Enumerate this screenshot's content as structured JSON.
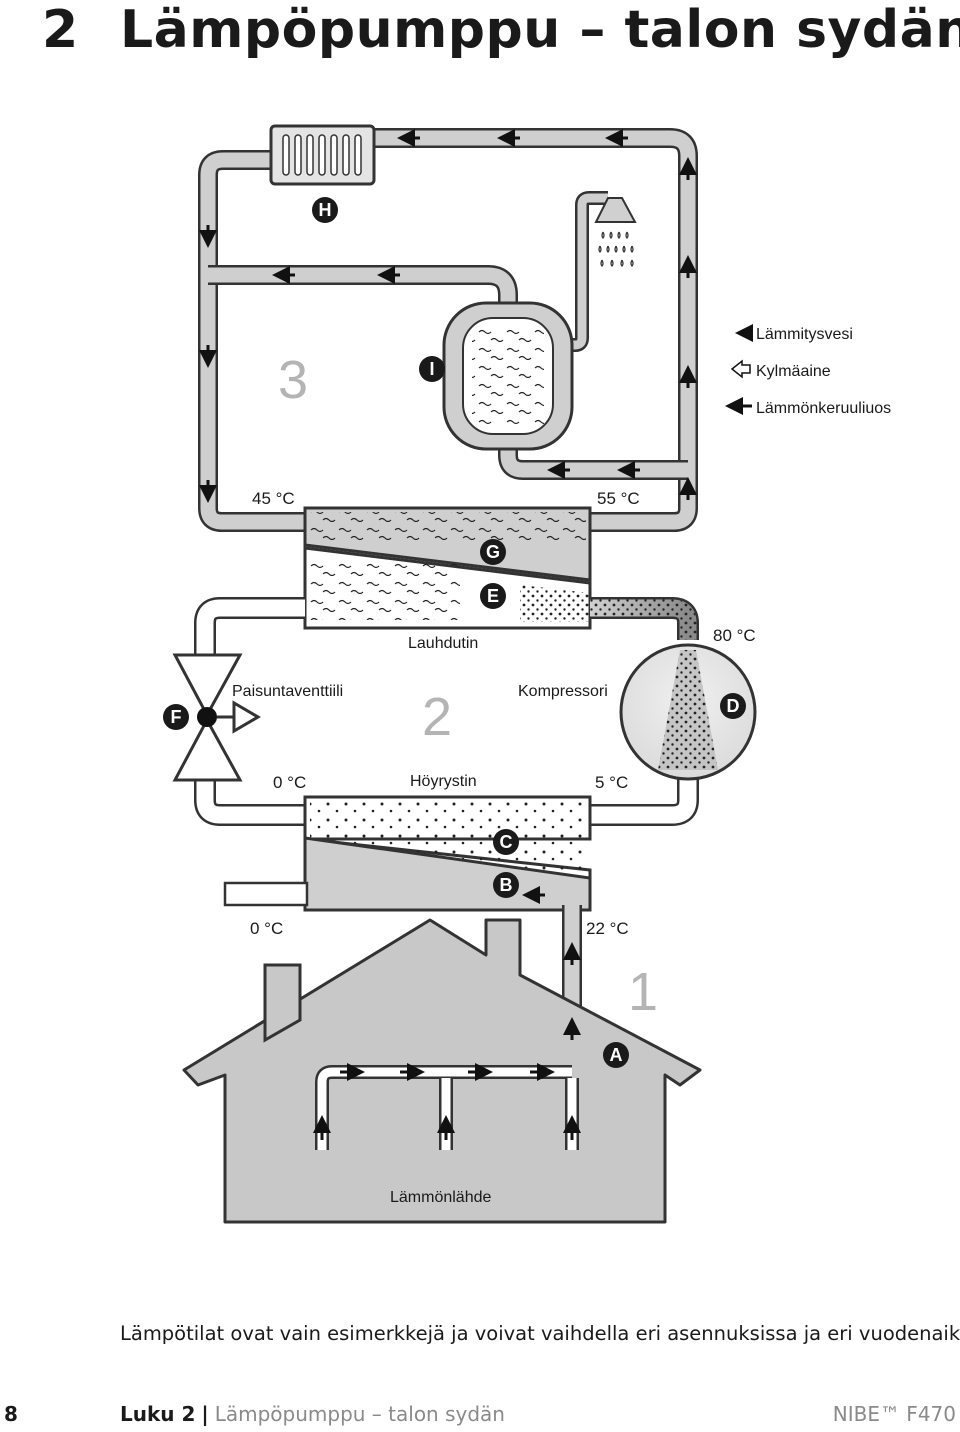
{
  "header": {
    "chapter_number": "2",
    "title": "Lämpöpumppu – talon sydän"
  },
  "legend": {
    "heating_water": "Lämmitysvesi",
    "refrigerant": "Kylmäaine",
    "brine": "Lämmönkeruuliuos"
  },
  "labels": {
    "condenser": "Lauhdutin",
    "expansion_valve": "Paisuntaventtiili",
    "compressor": "Kompressori",
    "evaporator": "Höyrystin",
    "heat_source": "Lämmönlähde"
  },
  "temps": {
    "heating_return": "45 °C",
    "heating_supply": "55 °C",
    "compressor_out": "80 °C",
    "evaporator_in": "0 °C",
    "evaporator_out": "5 °C",
    "brine_out": "0 °C",
    "brine_in": "22 °C"
  },
  "circuits": {
    "one": "1",
    "two": "2",
    "three": "3"
  },
  "markers": {
    "A": "A",
    "B": "B",
    "C": "C",
    "D": "D",
    "E": "E",
    "F": "F",
    "G": "G",
    "H": "H",
    "I": "I"
  },
  "caption": "Lämpötilat ovat vain esimerkkejä ja voivat vaihdella eri asennuksissa ja eri vuodenaikoina.",
  "footer": {
    "page_number": "8",
    "chapter_label": "Luku 2",
    "chapter_title": "Lämpöpumppu – talon sydän",
    "brand": "NIBE™ F470"
  },
  "colors": {
    "pipe_fill": "#cfcfcf",
    "pipe_outline": "#333333",
    "hot_gas": "#9a9a9a",
    "house": "#c4c4c4",
    "marker": "#1a1a1a"
  },
  "icons": {
    "arrow_solid": "arrow-solid-icon",
    "arrow_hollow": "arrow-hollow-icon",
    "arrow_long": "arrow-long-icon",
    "shower": "shower-icon",
    "radiator": "radiator-icon"
  }
}
